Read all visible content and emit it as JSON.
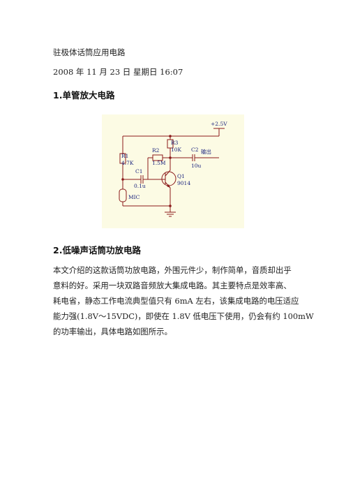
{
  "title": "驻极体话筒应用电路",
  "date": "2008 年 11 月 23 日  星期日  16:07",
  "section1": {
    "heading": "1.单管放大电路",
    "circuit": {
      "vcc": "+2.5V",
      "r1_name": "R1",
      "r1_value": "4.7K",
      "r2_name": "R2",
      "r2_value": "1.5M",
      "r3_name": "R3",
      "r3_value": "10K",
      "c1_name": "C1",
      "c1_value": "0.1u",
      "c2_name": "C2",
      "c2_value": "10u",
      "output": "输出",
      "q1_name": "Q1",
      "q1_value": "9014",
      "mic": "MIC",
      "background": "#fcfbe4",
      "wire_color": "#8b1a1a",
      "label_color": "#1a237e"
    }
  },
  "section2": {
    "heading": "2.低噪声话筒功放电路",
    "lines": [
      "本文介绍的这款话筒功放电路，外围元件少，制作简单，音质却出乎",
      "意料的好。采用一块双路音频放大集成电路。其主要特点是效率高、",
      "耗电省，静态工作电流典型值只有 6mA 左右，该集成电路的电压适应",
      "能力强(1.8V～15VDC)，即使在 1.8V 低电压下使用，仍会有约 100mW",
      "的功率输出，具体电路如图所示。"
    ]
  }
}
